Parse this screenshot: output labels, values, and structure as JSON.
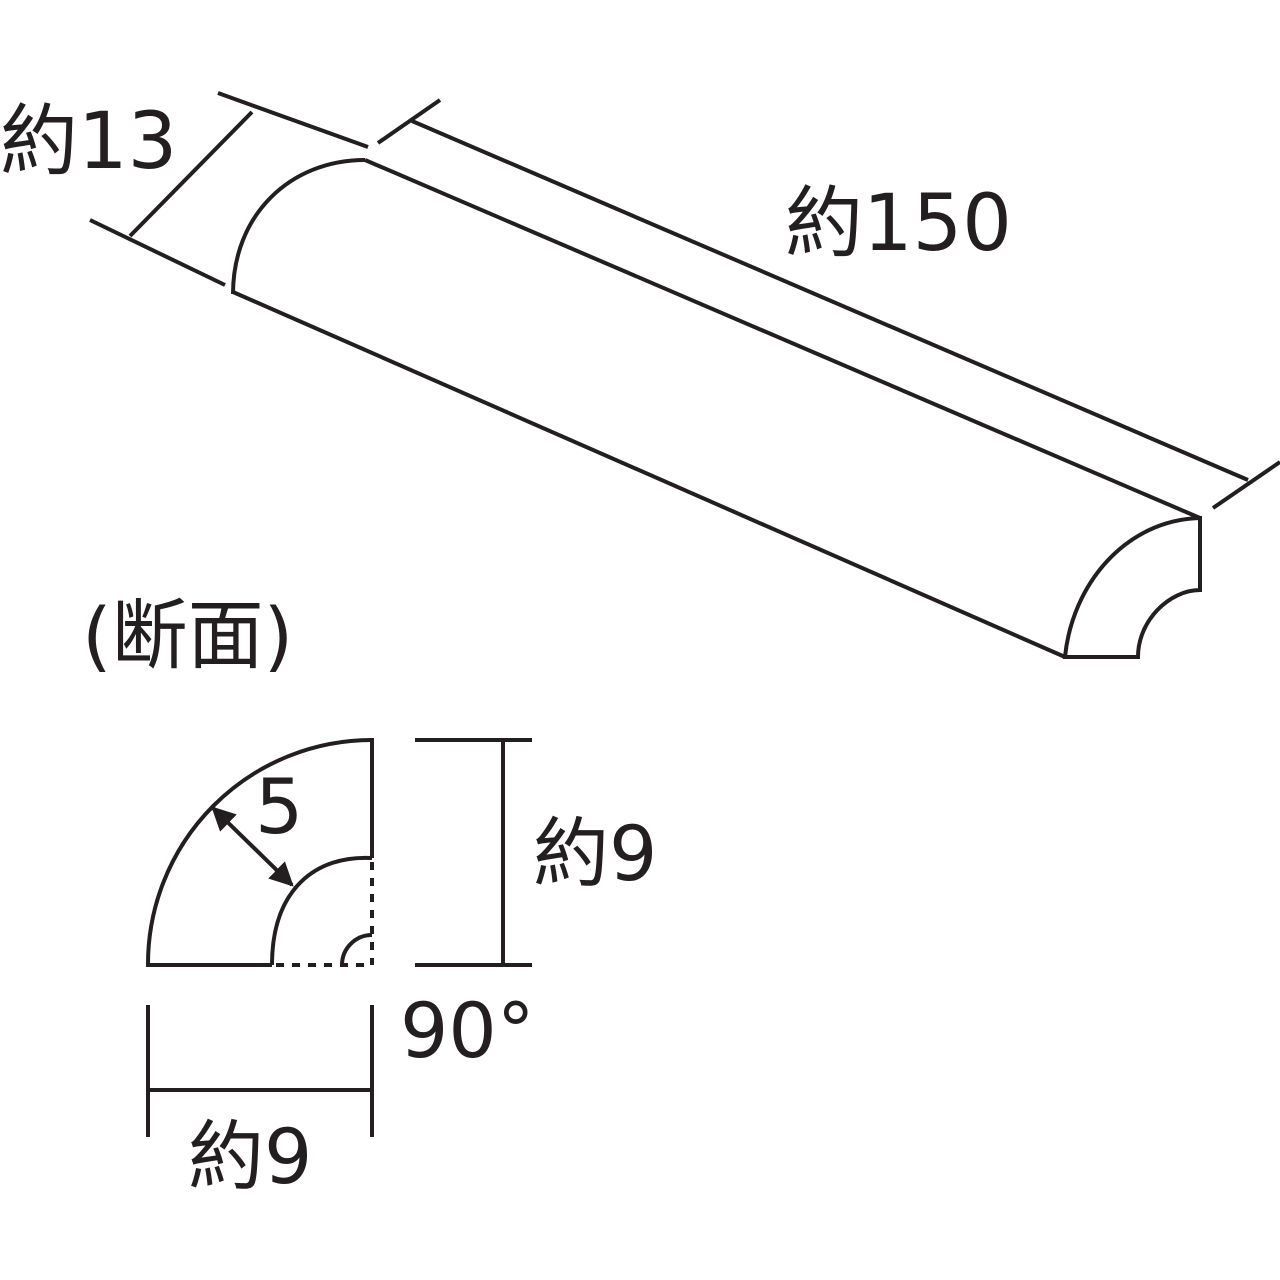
{
  "labels": {
    "thickness": "約13",
    "length": "約150",
    "section_title": "(断面)",
    "radius": "5",
    "height": "約9",
    "width": "約9",
    "angle": "90°"
  },
  "colors": {
    "line": "#231f20",
    "background": "#ffffff"
  }
}
